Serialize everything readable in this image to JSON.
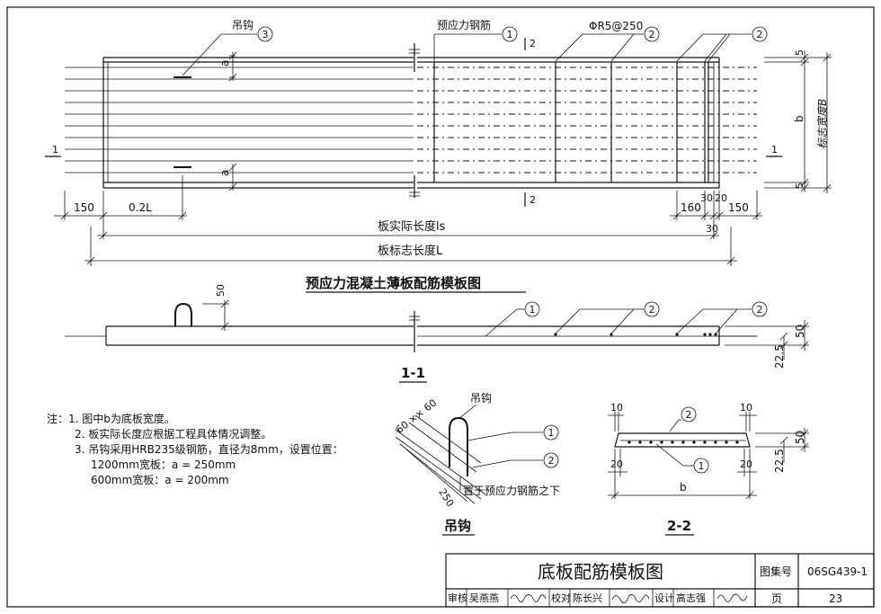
{
  "plan": {
    "hook_label": "吊钩",
    "hook_num": "3",
    "prestress_label": "预应力钢筋",
    "prestress_num": "1",
    "spacing_label": "ΦR5@250",
    "spacing_num": "2",
    "right_num": "2",
    "section_1": "1",
    "section_2": "2",
    "dim_a": "a",
    "dim_b": "b",
    "dim_5": "5",
    "width_label": "标志宽度B",
    "dim_150": "150",
    "dim_02L": "0.2L",
    "dim_160": "160",
    "dim_30": "30",
    "dim_20": "20",
    "actual_length": "板实际长度ls",
    "nominal_length": "板标志长度L",
    "title": "预应力混凝土薄板配筋模板图"
  },
  "elevation": {
    "dim_50": "50",
    "dim_22_5": "22.5",
    "num1": "1",
    "num2": "2",
    "section_title": "1-1"
  },
  "notes": [
    "注：1. 图中b为底板宽度。",
    "2. 板实际长度应根据工程具体情况调整。",
    "3. 吊钩采用HRB235级钢筋，直径为8mm，设置位置：",
    "1200mm宽板：a = 250mm",
    "600mm宽板：a = 200mm"
  ],
  "hook_detail": {
    "title": "吊钩",
    "label": "吊钩",
    "dims": "60 ×× 60",
    "dim_250": "250",
    "note": "置于预应力钢筋之下",
    "num1": "1",
    "num2": "2"
  },
  "section22": {
    "title": "2-2",
    "dim_10": "10",
    "dim_20": "20",
    "dim_50": "50",
    "dim_22_5": "22.5",
    "dim_b": "b",
    "num1": "1",
    "num2": "2"
  },
  "title_block": {
    "title": "底板配筋模板图",
    "atlas_label": "图集号",
    "atlas_no": "06SG439-1",
    "page_label": "页",
    "page_no": "23",
    "review": "审核",
    "reviewer": "吴燕燕",
    "check": "校对",
    "checker": "陈长兴",
    "design": "设计",
    "designer": "高志强"
  }
}
